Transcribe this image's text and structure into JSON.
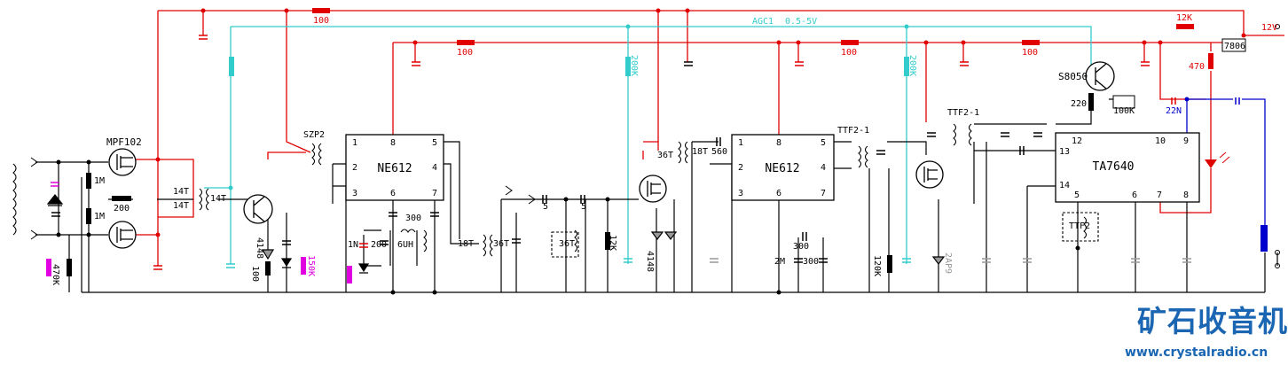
{
  "colors": {
    "wire": "#000000",
    "supply": "#e00000",
    "agc": "#33cccc",
    "adjust": "#e000e0",
    "audio": "#0000cc",
    "watermark": "#1a66b3",
    "diode_gray": "#999999"
  },
  "icons": {
    "mosfet": "mosfet-icon",
    "transistor": "bjt-icon",
    "capacitor": "capacitor-icon",
    "resistor": "resistor-icon",
    "inductor": "coil-icon",
    "diode": "diode-icon",
    "led": "led-icon",
    "speaker": "speaker-icon"
  },
  "supply": {
    "voltage": "12V",
    "agc_label": "AGC1",
    "agc_range": "0.5-5V",
    "regulator": "7806"
  },
  "ics": [
    {
      "id": "mixer1",
      "name": "NE612",
      "pins": [
        "1",
        "2",
        "3",
        "8",
        "6",
        "5",
        "4",
        "7"
      ]
    },
    {
      "id": "mixer2",
      "name": "NE612",
      "pins": [
        "1",
        "2",
        "3",
        "8",
        "6",
        "5",
        "4",
        "7"
      ]
    },
    {
      "id": "ifamp",
      "name": "TA7640",
      "pins": [
        "12",
        "13",
        "14",
        "5",
        "6",
        "10",
        "9",
        "7",
        "8"
      ]
    }
  ],
  "transistors": {
    "front_end": "MPF102",
    "vco": "S8050"
  },
  "resistors": {
    "r_top_supply": "100",
    "r_mid_1": "100",
    "r_mid_2": "100",
    "r_mid_3": "100",
    "r_agc_top": "12K",
    "r_470": "470",
    "r_1m_a": "1M",
    "r_1m_b": "1M",
    "r_200": "200",
    "r_470k": "470K",
    "r_100": "100",
    "r_150k": "150K",
    "r_200k_a": "200K",
    "r_200k_b": "200K",
    "r_12k": "12K",
    "r_120k": "120K",
    "r_220": "220",
    "r_100k": "100K",
    "r_200_osc": "200"
  },
  "capacitors": {
    "c_22n": "22N",
    "c_1n": "1N",
    "c_300_a": "300",
    "c_300_b": "300",
    "c_300_c": "300",
    "c_5_a": "5",
    "c_5_b": "5",
    "c_560": "560",
    "c_2m": "2M"
  },
  "inductors": {
    "t_14t_a": "14T",
    "t_14t_b": "14T",
    "t_14t_c": "14T",
    "szp": "SZP2",
    "l_6uh": "6UH",
    "t_18t_a": "18T",
    "t_36t_a": "36T",
    "t_36t_b": "36T",
    "t_36t_c": "36T",
    "t_18t_b": "18T",
    "ttf2_1_a": "TTF2-1",
    "ttf2_1_b": "TTF2-1",
    "ttf2": "TTF2"
  },
  "diodes": {
    "d_4148_a": "4148",
    "d_4148_b": "4148",
    "d_2ap9": "2AP9"
  },
  "watermark": {
    "title": "矿石收音机",
    "url": "www.crystalradio.cn"
  }
}
